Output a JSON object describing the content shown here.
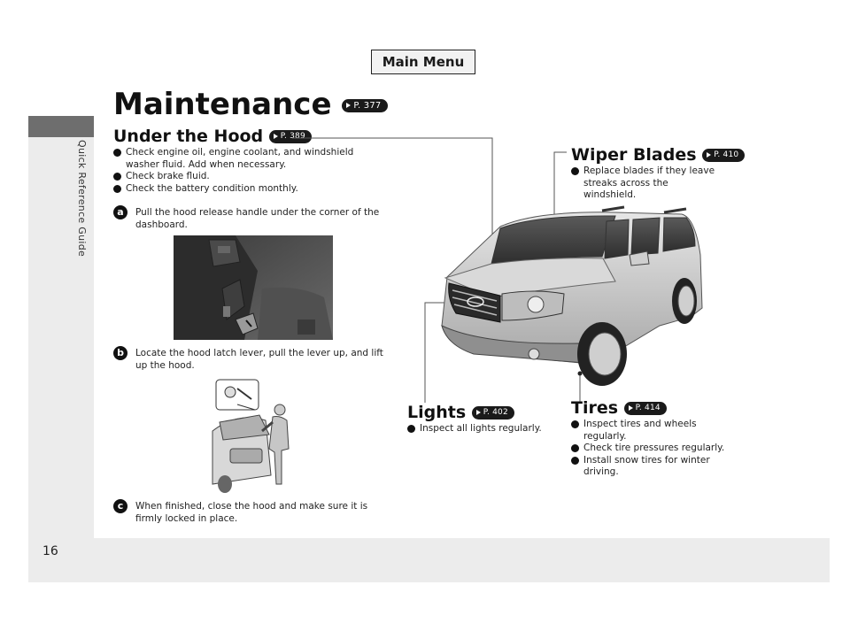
{
  "page": {
    "number": "16",
    "side_label": "Quick Reference Guide",
    "main_menu": "Main Menu"
  },
  "title": {
    "text": "Maintenance",
    "ref": "P. 377"
  },
  "under_hood": {
    "heading": "Under the Hood",
    "ref": "P. 389",
    "bullets": [
      "Check engine oil, engine coolant, and windshield washer fluid. Add when necessary.",
      "Check brake fluid.",
      "Check the battery condition monthly."
    ],
    "steps": [
      {
        "badge": "a",
        "text": "Pull the hood release handle under the corner of the dashboard."
      },
      {
        "badge": "b",
        "text": "Locate the hood latch lever, pull the lever up, and lift up the hood."
      },
      {
        "badge": "c",
        "text": "When finished, close the hood and make sure it is firmly locked in place."
      }
    ]
  },
  "wiper": {
    "heading": "Wiper Blades",
    "ref": "P. 410",
    "bullets": [
      "Replace blades if they leave streaks across the windshield."
    ]
  },
  "lights": {
    "heading": "Lights",
    "ref": "P. 402",
    "bullets": [
      "Inspect all lights regularly."
    ]
  },
  "tires": {
    "heading": "Tires",
    "ref": "P. 414",
    "bullets": [
      "Inspect tires and wheels regularly.",
      "Check tire pressures regularly.",
      "Install snow tires for winter driving."
    ]
  }
}
